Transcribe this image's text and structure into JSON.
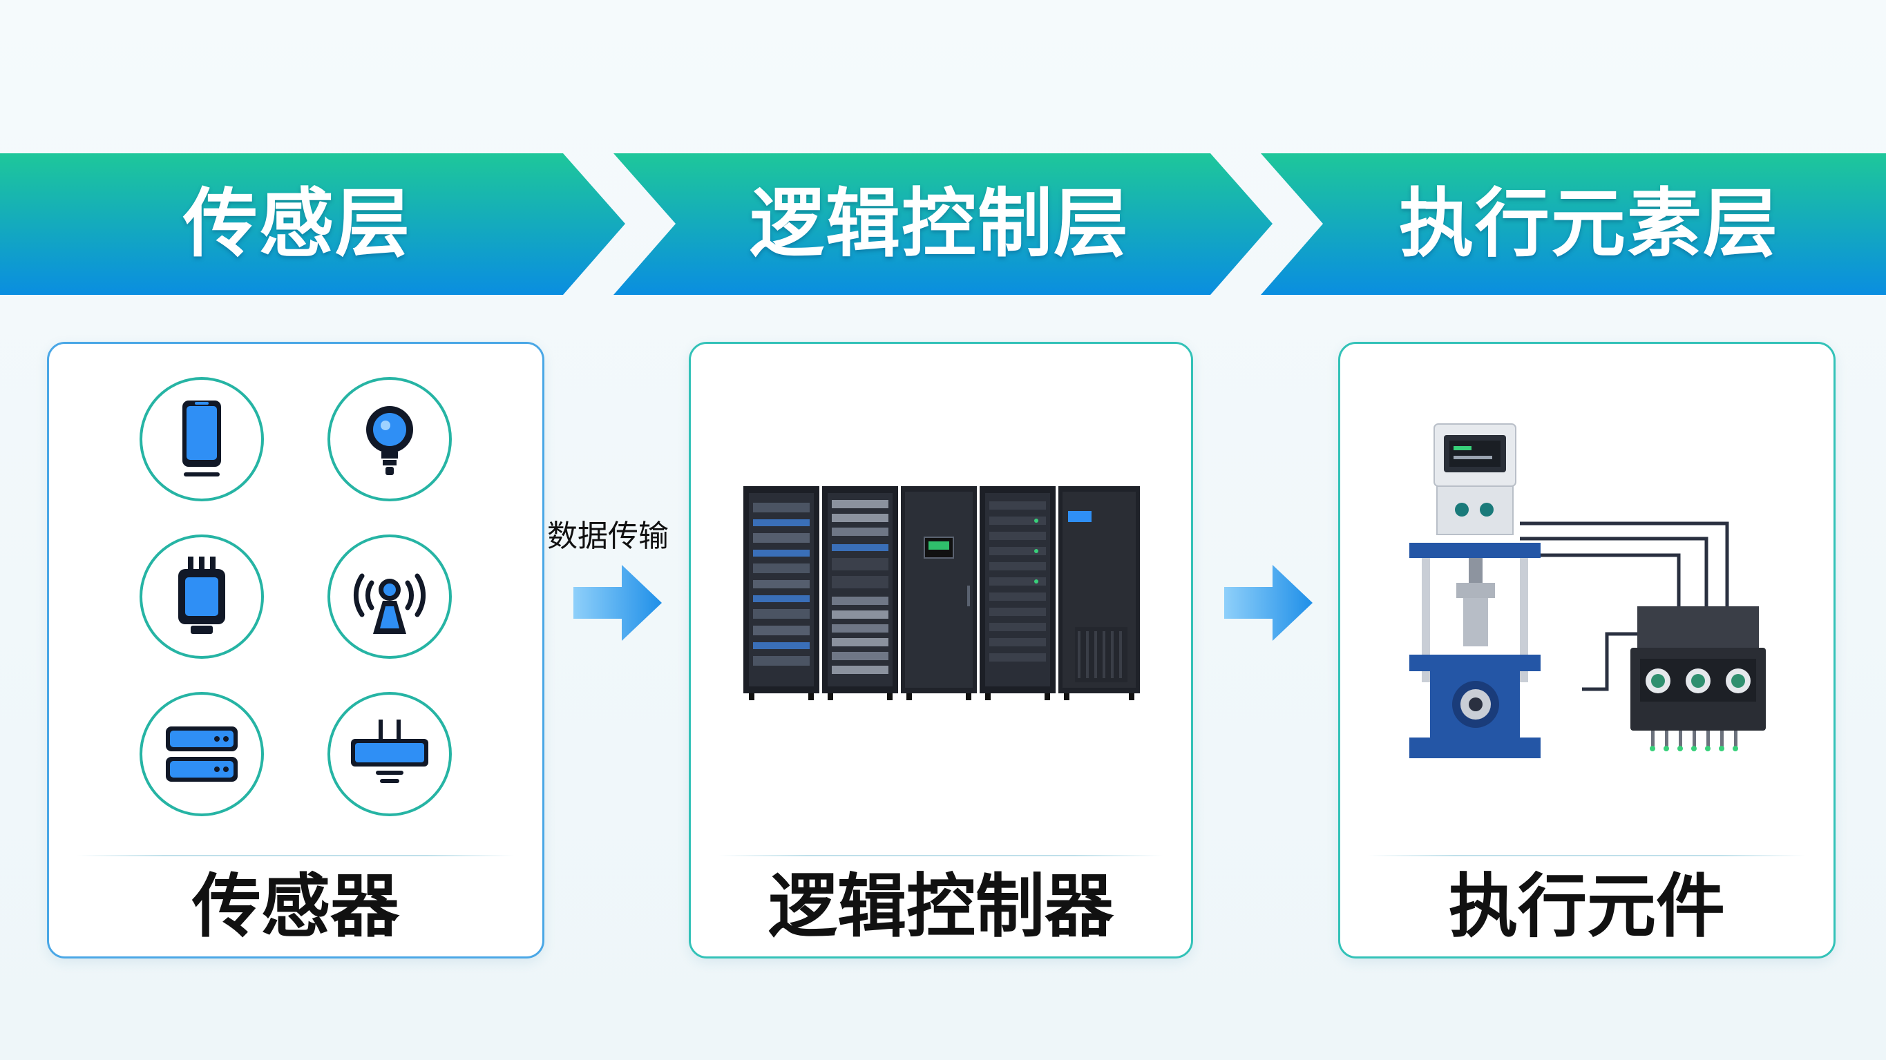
{
  "layers": [
    {
      "label": "传感层"
    },
    {
      "label": "逻辑控制层"
    },
    {
      "label": "执行元素层"
    }
  ],
  "panels": [
    {
      "caption": "传感器"
    },
    {
      "caption": "逻辑控制器"
    },
    {
      "caption": "执行元件"
    }
  ],
  "flow": {
    "label": "数据传输"
  },
  "sensor_icons": [
    "smartphone-icon",
    "bulb-sensor-icon",
    "chip-sensor-icon",
    "antenna-icon",
    "server-icon",
    "router-icon"
  ],
  "colors": {
    "banner_green": "#1ec79a",
    "banner_blue": "#0a8ee0",
    "icon_teal": "#26b4a4",
    "icon_blue": "#2f8ff5",
    "arrow_blue": "#3aa6f0"
  }
}
